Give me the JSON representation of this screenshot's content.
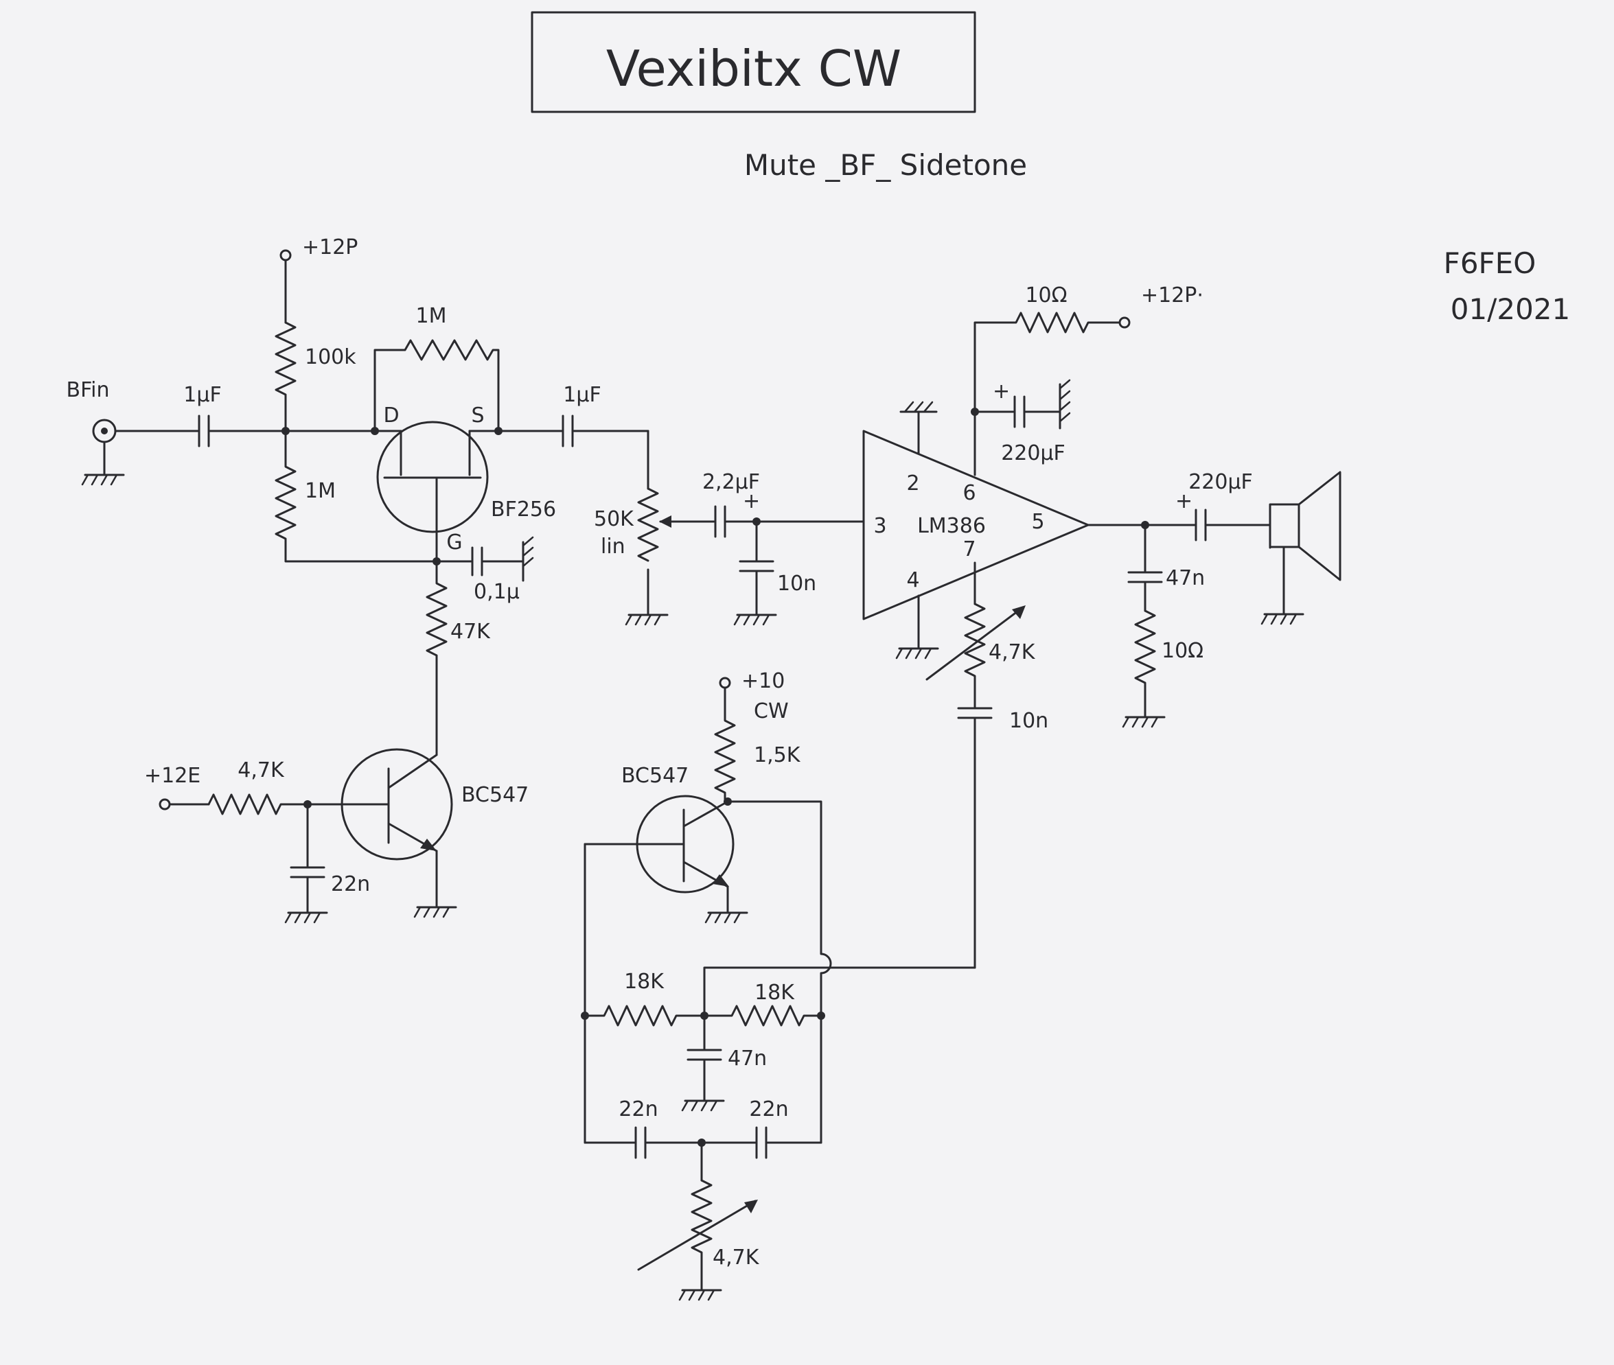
{
  "header": {
    "title": "Vexibitx CW",
    "subtitle": "Mute _BF_ Sidetone",
    "author": "F6FEO",
    "date": "01/2021"
  },
  "labels": {
    "bf_in": "BFin",
    "c_in": "1µF",
    "supply_top": "+12P",
    "r_100k": "100k",
    "r_1m_top": "1M",
    "r_1m_bias": "1M",
    "pin_d": "D",
    "pin_s": "S",
    "pin_g": "G",
    "fet": "BF256",
    "c_gate": "0,1µ",
    "r_47k": "47K",
    "c_out": "1µF",
    "pot_50k": "50K",
    "pot_lin": "lin",
    "c_2u2": "2,2µF",
    "c_2u2_plus": "+",
    "c_10n_a": "10n",
    "supply_amp": "+12P·",
    "r_10ohm_top": "10Ω",
    "c_220u_top": "220µF",
    "c_220u_top_plus": "+",
    "pin2": "2",
    "pin3": "3",
    "pin4": "4",
    "pin5": "5",
    "pin6": "6",
    "pin7": "7",
    "amp": "LM386",
    "pot_4k7_gain": "4,7K",
    "c_10n_b": "10n",
    "c_220u_out": "220µF",
    "c_220u_out_plus": "+",
    "c_47n_out": "47n",
    "r_10ohm_out": "10Ω",
    "supply_e": "+12E",
    "r_4k7_base": "4,7K",
    "c_22n_base": "22n",
    "q1": "BC547",
    "supply_cw": "+10",
    "cw": "CW",
    "r_1k5": "1,5K",
    "q2": "BC547",
    "r_18k_left": "18K",
    "r_18k_right": "18K",
    "c_47n_osc": "47n",
    "c_22n_left": "22n",
    "c_22n_right": "22n",
    "pot_4k7_osc": "4,7K"
  }
}
